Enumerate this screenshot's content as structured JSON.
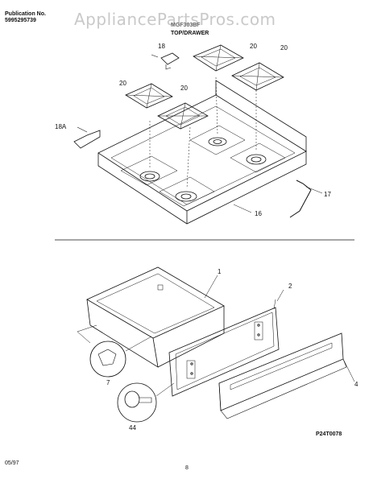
{
  "header": {
    "publication_label": "Publication No.",
    "publication_number": "5995295739",
    "model": "MGF303BF",
    "section_title": "TOP/DRAWER",
    "watermark": "AppliancePartsPros.com"
  },
  "callouts": [
    "18",
    "20",
    "20",
    "20",
    "20",
    "18A",
    "17",
    "16",
    "1",
    "2",
    "7",
    "44",
    "4"
  ],
  "figure_code": "P24T0078",
  "footer": {
    "date": "05/97",
    "page": "8"
  }
}
